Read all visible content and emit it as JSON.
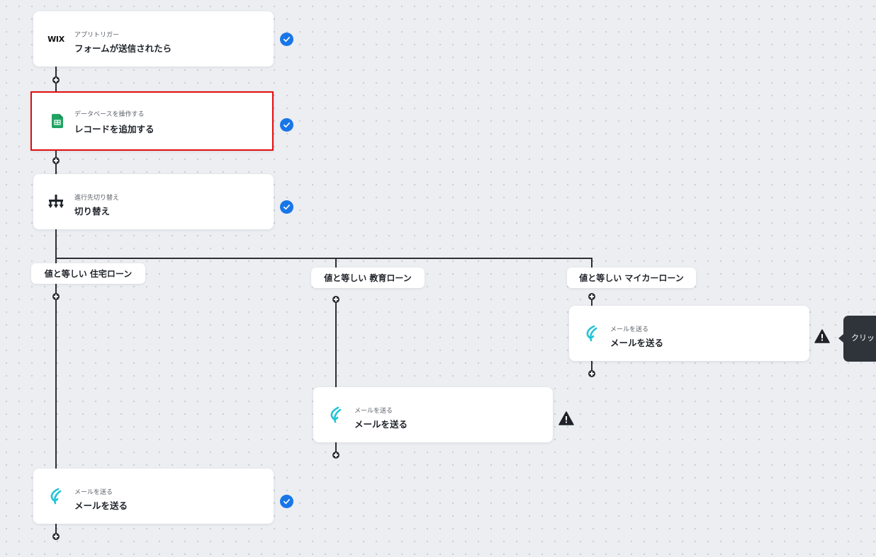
{
  "steps": [
    {
      "subtitle": "アプリトリガー",
      "title": "フォームが送信されたら",
      "icon": "wix-logo-icon",
      "logo_text": "WIX",
      "status": "complete"
    },
    {
      "subtitle": "データベースを操作する",
      "title": "レコードを追加する",
      "icon": "google-sheets-icon",
      "status": "complete",
      "selected": true
    },
    {
      "subtitle": "進行先切り替え",
      "title": "切り替え",
      "icon": "branch-switch-icon",
      "status": "complete"
    }
  ],
  "branches": [
    {
      "label": "値と等しい 住宅ローン",
      "step": {
        "subtitle": "メールを送る",
        "title": "メールを送る",
        "icon": "mail-send-icon",
        "status": "complete"
      }
    },
    {
      "label": "値と等しい 教育ローン",
      "step": {
        "subtitle": "メールを送る",
        "title": "メールを送る",
        "icon": "mail-send-icon",
        "status": "warning"
      }
    },
    {
      "label": "値と等しい マイカーローン",
      "step": {
        "subtitle": "メールを送る",
        "title": "メールを送る",
        "icon": "mail-send-icon",
        "status": "warning"
      }
    }
  ],
  "tooltip": {
    "text": "クリッ"
  },
  "colors": {
    "check": "#1976e8",
    "selected_border": "#e30d0d",
    "mail_icon": "#22c3d6",
    "sheets_icon": "#1fa463",
    "line": "#2b2f36"
  }
}
